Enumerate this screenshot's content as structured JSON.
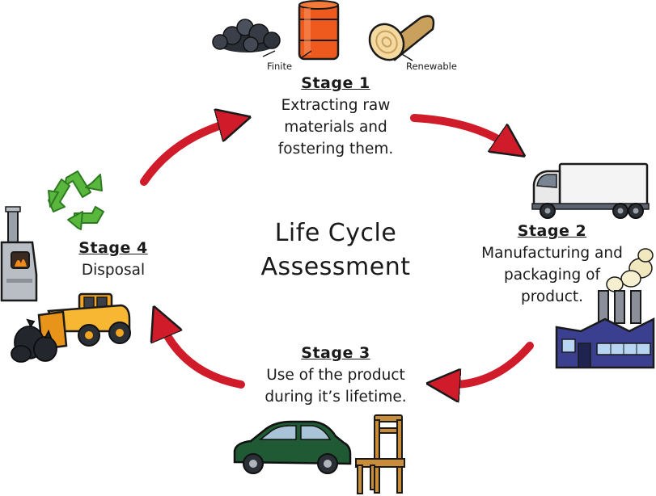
{
  "title": "Life Cycle Assessment",
  "stages": [
    {
      "label": "Stage 1",
      "description": "Extracting raw\nmaterials and\nfostering them."
    },
    {
      "label": "Stage 2",
      "description": "Manufacturing and\npackaging of\nproduct."
    },
    {
      "label": "Stage 3",
      "description": "Use of the product\nduring it’s lifetime."
    },
    {
      "label": "Stage 4",
      "description": "Disposal"
    }
  ],
  "material_labels": {
    "finite": "Finite",
    "renewable": "Renewable"
  },
  "icons": [
    "coal-icon",
    "oil-barrel-icon",
    "wood-log-icon",
    "truck-icon",
    "factory-icon",
    "car-icon",
    "chair-icon",
    "bulldozer-icon",
    "rubbish-bags-icon",
    "incinerator-icon",
    "recycle-icon"
  ],
  "colors": {
    "arrow": "#d01c2a",
    "text": "#1a1a1a"
  }
}
